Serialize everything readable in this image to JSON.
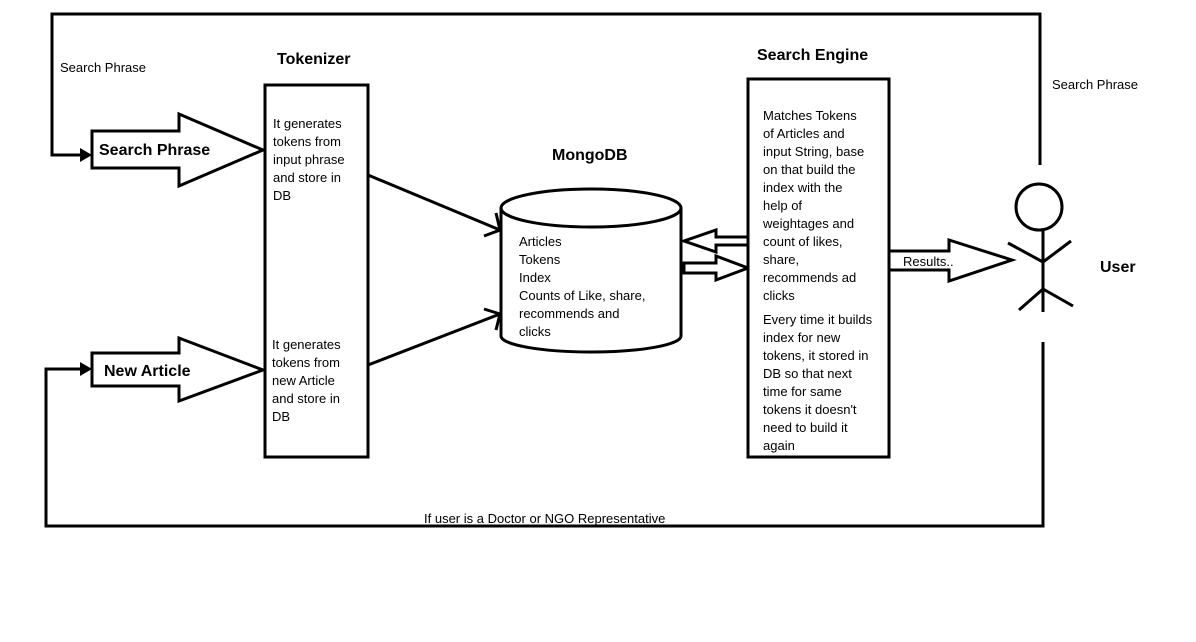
{
  "labels": {
    "search_phrase_top_left": "Search Phrase",
    "search_phrase_top_right": "Search Phrase",
    "tokenizer_title": "Tokenizer",
    "search_engine_title": "Search Engine",
    "mongodb_title": "MongoDB",
    "user_label": "User",
    "search_phrase_arrow": "Search Phrase",
    "new_article_arrow": "New Article",
    "results_arrow": "Results..",
    "bottom_condition": "If user is a Doctor or NGO Representative"
  },
  "tokenizer": {
    "top_text": [
      "It generates",
      "tokens from",
      "input phrase",
      "and store in",
      "DB"
    ],
    "bottom_text": [
      "It generates",
      "tokens from",
      "new Article",
      "and store in",
      "DB"
    ]
  },
  "mongodb": {
    "items": [
      "Articles",
      "Tokens",
      "Index",
      "Counts of Like, share,",
      "recommends and",
      "clicks"
    ]
  },
  "search_engine": {
    "top_text": [
      "Matches Tokens",
      "of Articles and",
      "input String, base",
      "on that build the",
      "index with the",
      "help of",
      "weightages and",
      "count of likes,",
      "share,",
      "recommends ad",
      "clicks"
    ],
    "bottom_text": [
      "Every time it builds",
      "index for new",
      "tokens, it stored in",
      "DB so that next",
      "time for same",
      "tokens it doesn't",
      "need to build it",
      "again"
    ]
  }
}
